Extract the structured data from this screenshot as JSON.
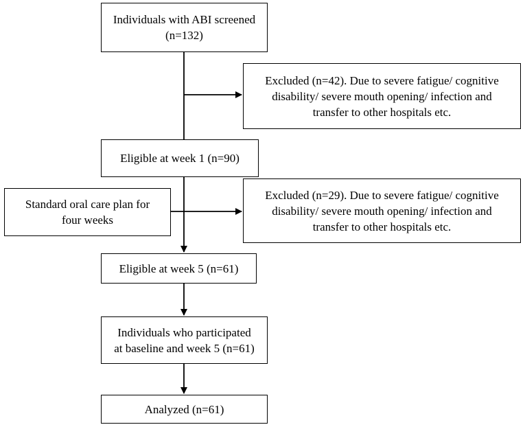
{
  "diagram": {
    "nodes": {
      "screened": {
        "lines": [
          "Individuals with ABI screened",
          "(n=132)"
        ]
      },
      "excluded1": {
        "lines": [
          "Excluded (n=42). Due to severe fatigue/ cognitive",
          "disability/ severe mouth opening/ infection and",
          "transfer to other hospitals etc."
        ]
      },
      "eligible1": {
        "lines": [
          "Eligible at week 1 (n=90)"
        ]
      },
      "oralcare": {
        "lines": [
          "Standard oral care plan for",
          "four weeks"
        ]
      },
      "excluded2": {
        "lines": [
          "Excluded (n=29). Due to severe fatigue/ cognitive",
          "disability/ severe mouth opening/ infection and",
          "transfer to other hospitals etc."
        ]
      },
      "eligible5": {
        "lines": [
          "Eligible at week 5 (n=61)"
        ]
      },
      "participated": {
        "lines": [
          "Individuals who participated",
          "at baseline and week 5 (n=61)"
        ]
      },
      "analyzed": {
        "lines": [
          "Analyzed (n=61)"
        ]
      }
    },
    "edges": [
      {
        "from": "screened",
        "to": "eligible1",
        "arrow": false
      },
      {
        "from": "screened",
        "to": "excluded1",
        "arrow": true
      },
      {
        "from": "eligible1",
        "to": "eligible5",
        "arrow": true
      },
      {
        "from": "oralcare",
        "to": "excluded2",
        "arrow": true
      },
      {
        "from": "eligible5",
        "to": "participated",
        "arrow": true
      },
      {
        "from": "participated",
        "to": "analyzed",
        "arrow": true
      }
    ],
    "colors": {
      "stroke": "#000000",
      "background": "#ffffff"
    }
  }
}
